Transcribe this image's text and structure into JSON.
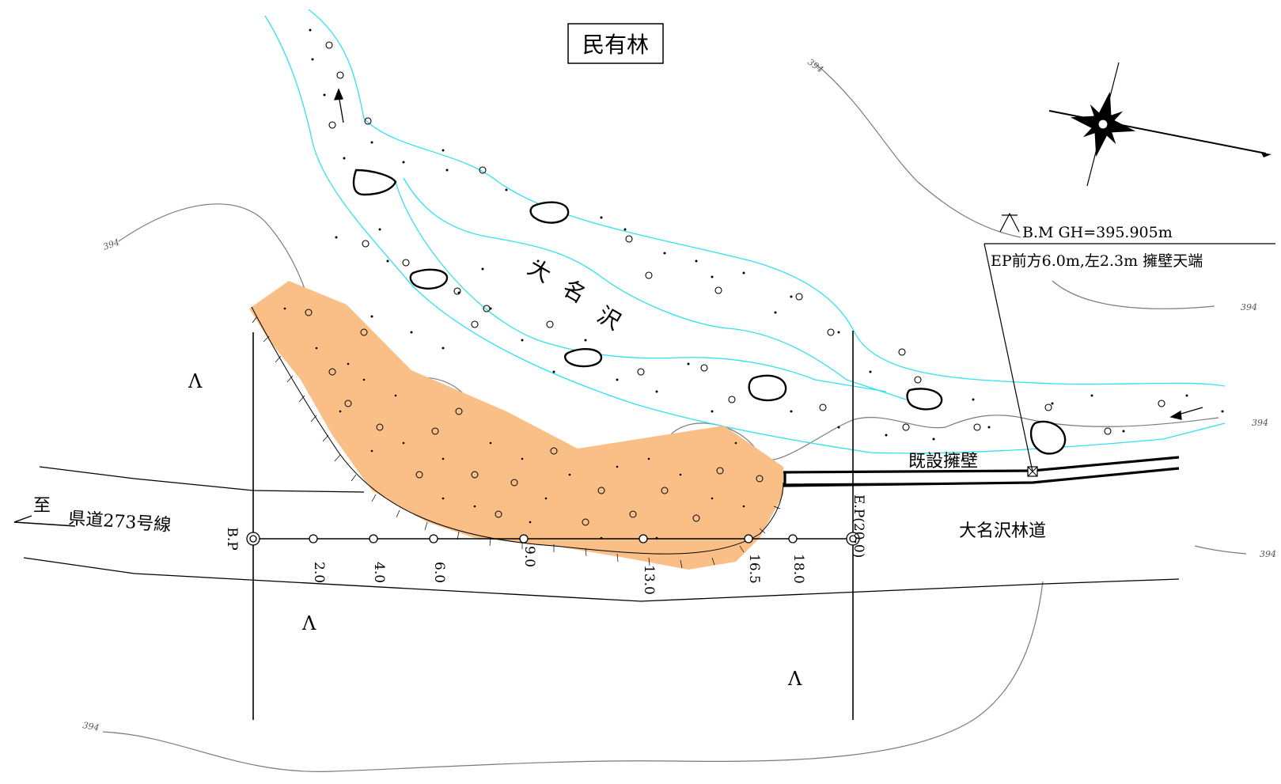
{
  "labels": {
    "private_forest": "民有林",
    "stream_name": [
      "大",
      "名",
      "沢"
    ],
    "benchmark": "B.M  GH=395.905m",
    "benchmark_note": "EP前方6.0m,左2.3m 擁壁天端",
    "existing_wall": "既設擁壁",
    "forest_road": "大名沢林道",
    "to_prefectural_road_prefix": "至",
    "to_prefectural_road": "県道273号線",
    "contour_elevation": "394",
    "section_mark": "Λ"
  },
  "stations": [
    "B.P",
    "2.0",
    "4.0",
    "6.0",
    "9.0",
    "13.0",
    "16.5",
    "18.0",
    "E.P(20.0)"
  ],
  "colors": {
    "stream_edge": "#33e0f0",
    "slope_fill": "#f9bf86",
    "contour": "#7a7a7a",
    "line": "#000000"
  }
}
